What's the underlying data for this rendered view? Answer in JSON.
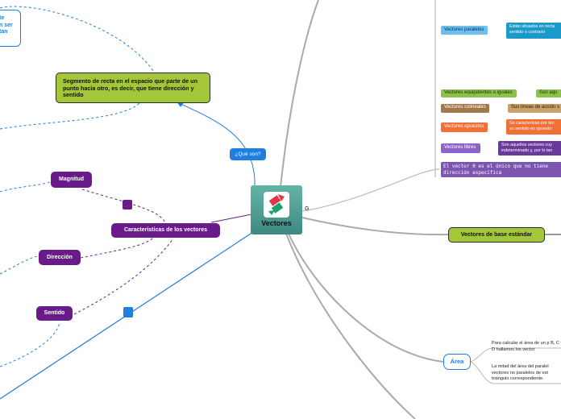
{
  "central": {
    "label": "Vectores",
    "icon": "arrows-icon"
  },
  "que_son": "¿Qué son?",
  "definicion": "Segmento de recta en el espacio que parte de un punto hacia otro, es decir, que tiene dirección y sentido",
  "top_left_fragment": [
    "te",
    "n ser",
    "tan"
  ],
  "caracteristicas": {
    "label": "Características de los vectores",
    "items": [
      "Magnitud",
      "Dirección",
      "Sentido"
    ]
  },
  "tipos": [
    {
      "label": "Vectores paralelos",
      "desc": "Están situados en recta sentido o contrario"
    },
    {
      "label": "Vectores equipolentes o iguales",
      "desc": "Son aqu"
    },
    {
      "label": "Vectores colineales",
      "desc": "Sus líneas de acción s"
    },
    {
      "label": "Vectores opuestos",
      "desc": "Se caracterizan por ten su sentido es opuesto"
    },
    {
      "label": "Vectores libres",
      "desc": "Son aquellos vectores cuy indeterminado y, por lo tan"
    }
  ],
  "vector_cero": "El vector 0 es el único que no tiene dirección específica",
  "base_estandar": "Vectores de base estándar",
  "area": {
    "label": "Área",
    "texts": [
      "Para calcular el área de un p B, C y D hallamos los vector",
      "La mitad del área del paralel vectores no paralelos de est triángulo correspondiente."
    ]
  },
  "colors": {
    "olive": "#a4c639",
    "purple": "#6a1b8a",
    "blue": "#1e7fe0",
    "light_blue": "#3aa3e8",
    "teal": "#1a9ac9",
    "green": "#8bc34a",
    "brown": "#a0784a",
    "tan": "#c8a26a",
    "orange": "#f07038",
    "gray": "#aaaaaa"
  }
}
